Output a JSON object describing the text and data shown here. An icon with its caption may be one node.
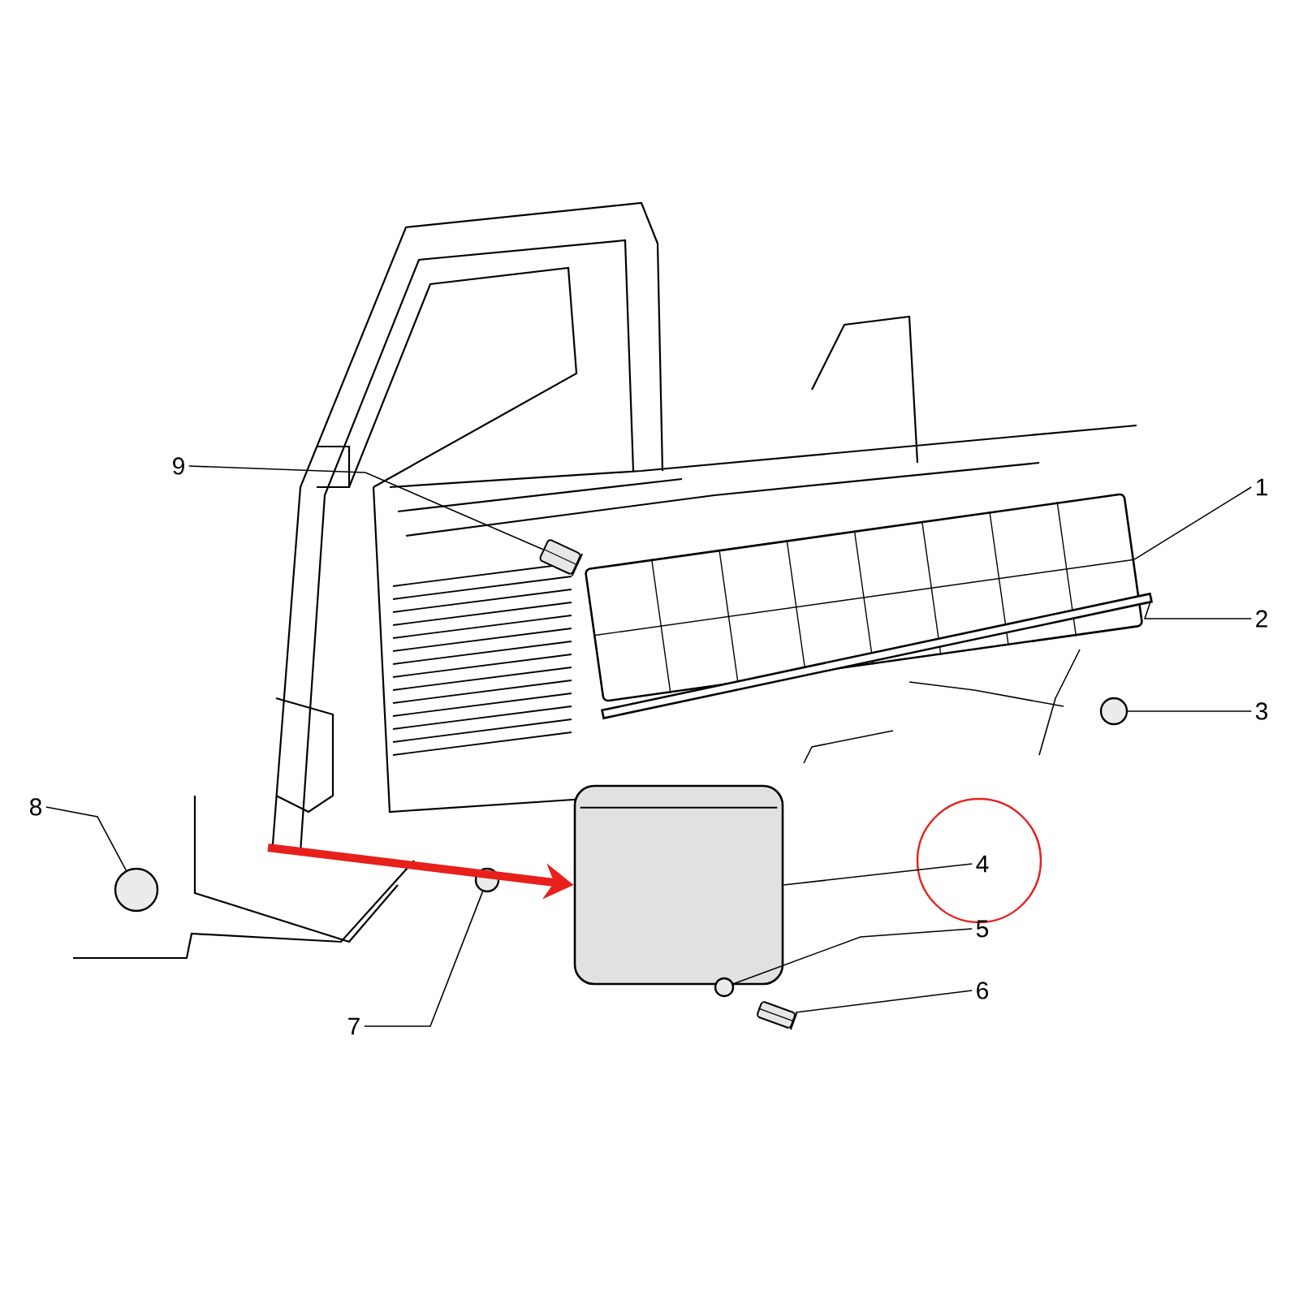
{
  "diagram": {
    "nodes": [
      {
        "text": [
          "1"
        ]
      },
      {
        "text": [
          "2"
        ]
      },
      {
        "text": [
          "3"
        ]
      },
      {
        "text": [
          "4"
        ]
      },
      {
        "text": [
          "5"
        ]
      },
      {
        "text": [
          "6"
        ]
      },
      {
        "text": [
          "7"
        ]
      },
      {
        "text": [
          "8"
        ]
      },
      {
        "text": [
          "9"
        ]
      },
      {
        "text": [],
        "shape": "picture"
      },
      {
        "text": [],
        "shape": "bar"
      },
      {
        "text": [],
        "shape": "circle"
      },
      {
        "text": [],
        "shape": "picture"
      },
      {
        "text": [],
        "shape": "circle"
      },
      {
        "text": [],
        "shape": "picture"
      },
      {
        "text": [],
        "shape": "circle"
      },
      {
        "text": [],
        "shape": "circle"
      },
      {
        "text": [],
        "shape": "picture"
      }
    ],
    "edges": [
      {
        "from": 0,
        "to": 9,
        "arrow": "none"
      },
      {
        "from": 1,
        "to": 10,
        "arrow": "none"
      },
      {
        "from": 2,
        "to": 11,
        "arrow": "none"
      },
      {
        "from": 3,
        "to": 12,
        "arrow": "none"
      },
      {
        "from": 4,
        "to": 13,
        "arrow": "none"
      },
      {
        "from": 5,
        "to": 14,
        "arrow": "none"
      },
      {
        "from": 6,
        "to": 15,
        "arrow": "none"
      },
      {
        "from": 7,
        "to": 16,
        "arrow": "none"
      },
      {
        "from": 8,
        "to": 17,
        "arrow": "none"
      },
      {
        "from": null,
        "to": 12,
        "arrow": "to",
        "style": "thick",
        "color": "#e8201c"
      }
    ]
  }
}
